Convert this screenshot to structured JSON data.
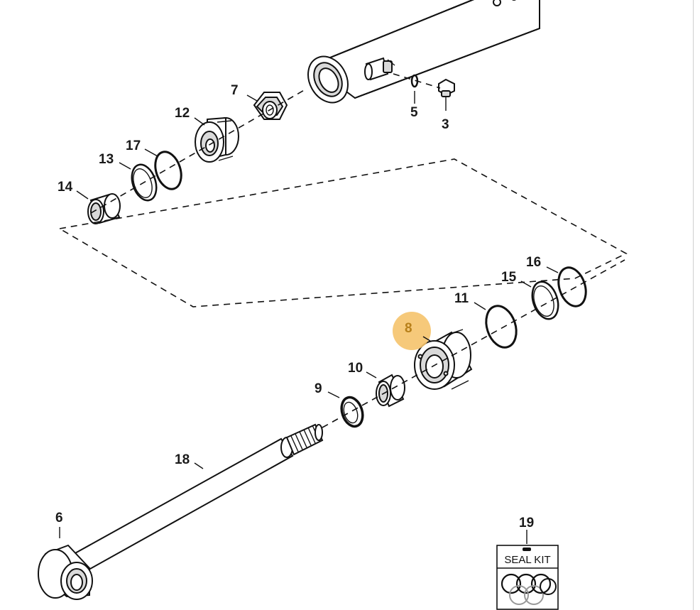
{
  "diagram": {
    "callouts": [
      {
        "id": "3",
        "text": "3"
      },
      {
        "id": "5",
        "text": "5"
      },
      {
        "id": "6",
        "text": "6"
      },
      {
        "id": "7",
        "text": "7"
      },
      {
        "id": "8",
        "text": "8"
      },
      {
        "id": "9",
        "text": "9"
      },
      {
        "id": "10",
        "text": "10"
      },
      {
        "id": "11",
        "text": "11"
      },
      {
        "id": "12",
        "text": "12"
      },
      {
        "id": "13",
        "text": "13"
      },
      {
        "id": "14",
        "text": "14"
      },
      {
        "id": "15",
        "text": "15"
      },
      {
        "id": "16",
        "text": "16"
      },
      {
        "id": "17",
        "text": "17"
      },
      {
        "id": "18",
        "text": "18"
      },
      {
        "id": "19",
        "text": "19"
      }
    ],
    "highlighted_callout": "8",
    "highlight_color": "#f5c36b",
    "seal_kit": {
      "label": "SEAL KIT"
    }
  }
}
